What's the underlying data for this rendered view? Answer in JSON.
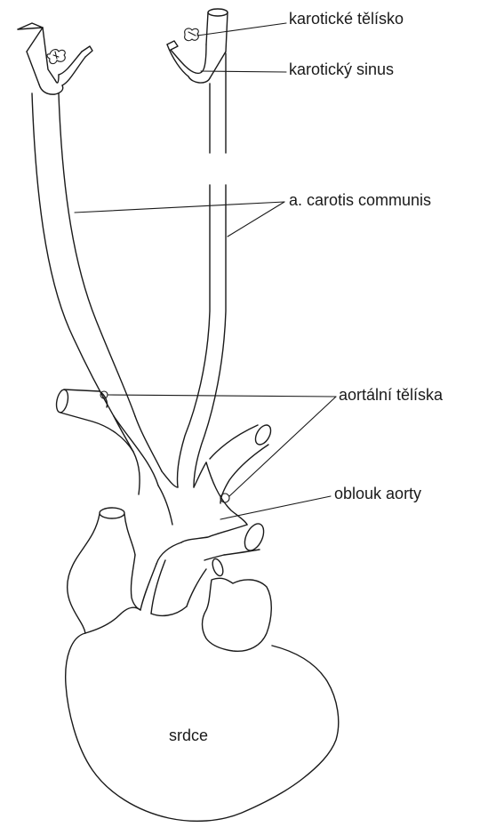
{
  "labels": {
    "carotid_body": "karotické tělísko",
    "carotid_sinus": "karotický sinus",
    "common_carotid": "a. carotis communis",
    "aortic_bodies": "aortální tělíska",
    "aortic_arch": "oblouk aorty",
    "heart": "srdce"
  },
  "colors": {
    "ink": "#1a1a1a",
    "background": "#ffffff"
  }
}
